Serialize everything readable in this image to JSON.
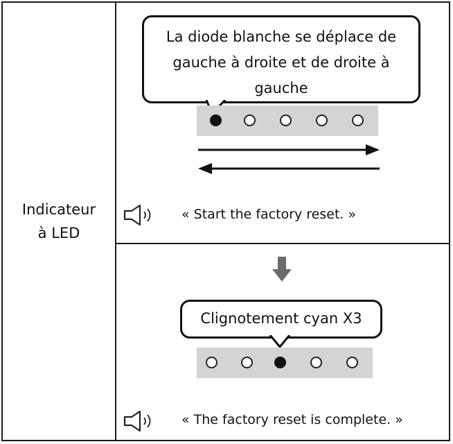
{
  "left_label": "Indicateur\nà LED",
  "step1": {
    "bubble_text": "La diode blanche se déplace de gauche à droite et de droite à gauche",
    "leds": [
      true,
      false,
      false,
      false,
      false
    ],
    "message": "« Start the factory reset. »"
  },
  "step2": {
    "bubble_text": "Clignotement cyan X3",
    "leds": [
      false,
      false,
      true,
      false,
      false
    ],
    "message": "« The factory reset is complete. »"
  },
  "icons": {
    "speaker": "speaker-icon",
    "arrows": "left-right-arrows-icon",
    "down": "down-arrow-icon"
  },
  "colors": {
    "led_strip": "#d4d4d4",
    "led_on": "#111111",
    "arrow_down": "#6b6b6b"
  }
}
